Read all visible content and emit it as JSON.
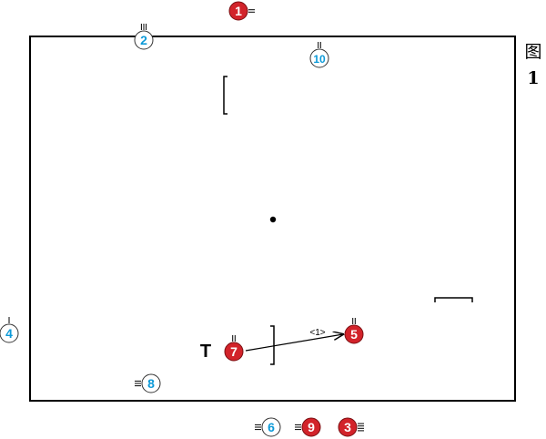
{
  "figure": {
    "label_char": "图",
    "label_num": "1"
  },
  "colors": {
    "red": "#d2232a",
    "blue": "#0d9ad8",
    "line": "#000000",
    "white": "#ffffff"
  },
  "markers": [
    {
      "id": "1",
      "text": "1",
      "team": "red"
    },
    {
      "id": "2",
      "text": "2",
      "team": "blue"
    },
    {
      "id": "3",
      "text": "3",
      "team": "red"
    },
    {
      "id": "4",
      "text": "4",
      "team": "blue"
    },
    {
      "id": "5",
      "text": "5",
      "team": "red"
    },
    {
      "id": "6",
      "text": "6",
      "team": "blue"
    },
    {
      "id": "7",
      "text": "7",
      "team": "red"
    },
    {
      "id": "8",
      "text": "8",
      "team": "blue"
    },
    {
      "id": "9",
      "text": "9",
      "team": "red"
    },
    {
      "id": "10",
      "text": "10",
      "team": "blue"
    }
  ],
  "arrow_label": "<1>",
  "t_label": "T"
}
